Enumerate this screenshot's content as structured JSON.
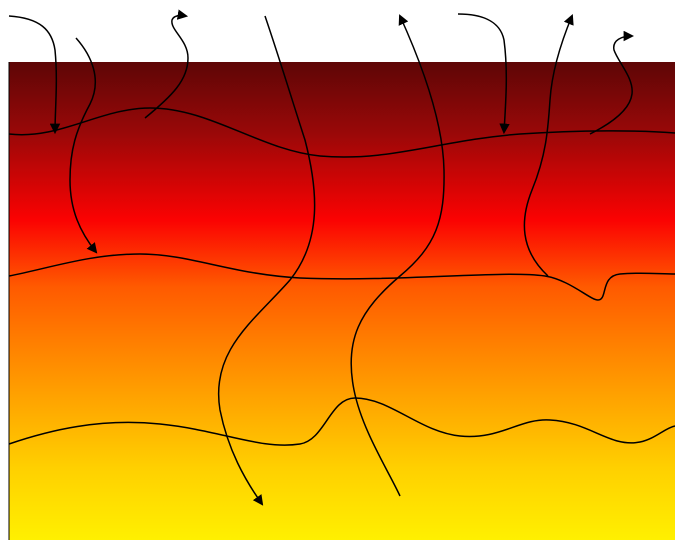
{
  "colors": {
    "gradient": [
      "#5e0606",
      "#9a0808",
      "#fb0202",
      "#ff5a00",
      "#ff9c00",
      "#ffd000",
      "#fff000"
    ],
    "line": "#000000",
    "background": "#ffffff",
    "panel_edge": "#000000"
  },
  "boundaries": [
    {
      "name": "boundary-upper"
    },
    {
      "name": "boundary-middle"
    },
    {
      "name": "boundary-lower"
    }
  ],
  "arrows": [
    {
      "name": "arrow-down-1",
      "direction": "down"
    },
    {
      "name": "arrow-down-2",
      "direction": "down"
    },
    {
      "name": "arrow-up-1",
      "direction": "up"
    },
    {
      "name": "arrow-long-down",
      "direction": "down"
    },
    {
      "name": "arrow-long-up",
      "direction": "up"
    },
    {
      "name": "arrow-down-3",
      "direction": "down"
    },
    {
      "name": "arrow-up-2",
      "direction": "up"
    },
    {
      "name": "arrow-up-3",
      "direction": "up"
    }
  ]
}
